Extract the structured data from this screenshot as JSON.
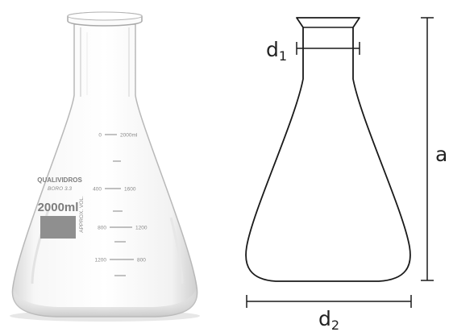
{
  "photo": {
    "brand": "QUALIVIDROS",
    "material": "BORO 3.3",
    "volume": "2000ml",
    "approx": "APPROX. VOL.",
    "left_scale": [
      "0",
      "400",
      "800",
      "1200"
    ],
    "right_scale": [
      "2000ml",
      "1600",
      "1200",
      "800"
    ]
  },
  "diagram": {
    "d1_main": "d",
    "d1_sub": "1",
    "d2_main": "d",
    "d2_sub": "2",
    "a_label": "a"
  },
  "colors": {
    "outline": "#1a1a1a",
    "glass_edge": "#b5b5b5",
    "label_patch": "#8f8f8f"
  }
}
